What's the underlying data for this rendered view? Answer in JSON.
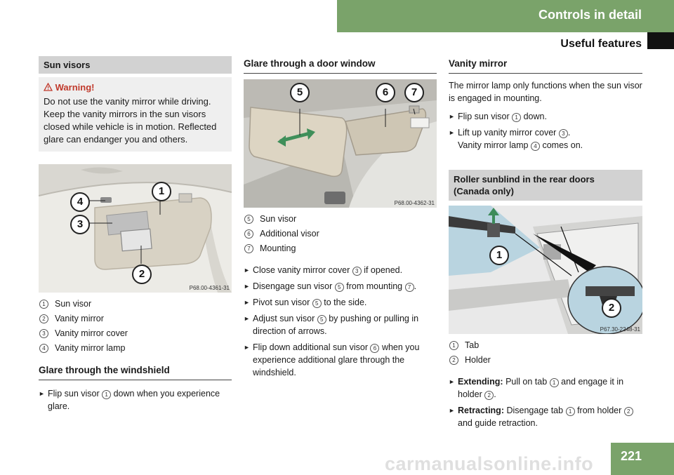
{
  "header": {
    "section": "Controls in detail",
    "subsection": "Useful features"
  },
  "page_number": "221",
  "watermark": "carmanualsonline.info",
  "col1": {
    "section_title": "Sun visors",
    "warning_title": "Warning!",
    "warning_text": "Do not use the vanity mirror while driving. Keep the vanity mirrors in the sun visors closed while vehicle is in motion. Reflected glare can endanger you and others.",
    "image_code": "P68.00-4361-31",
    "legend": [
      {
        "num": "1",
        "label": "Sun visor"
      },
      {
        "num": "2",
        "label": "Vanity mirror"
      },
      {
        "num": "3",
        "label": "Vanity mirror cover"
      },
      {
        "num": "4",
        "label": "Vanity mirror lamp"
      }
    ],
    "heading": "Glare through the windshield",
    "step": {
      "a": "Flip sun visor",
      "n": "1",
      "b": "down when you experience glare."
    }
  },
  "col2": {
    "heading": "Glare through a door window",
    "image_code": "P68.00-4362-31",
    "legend": [
      {
        "num": "5",
        "label": "Sun visor"
      },
      {
        "num": "6",
        "label": "Additional visor"
      },
      {
        "num": "7",
        "label": "Mounting"
      }
    ],
    "steps": {
      "s1": {
        "a": "Close vanity mirror cover",
        "n": "3",
        "b": "if opened."
      },
      "s2": {
        "a": "Disengage sun visor",
        "n1": "5",
        "b": "from mounting",
        "n2": "7",
        "c": "."
      },
      "s3": {
        "a": "Pivot sun visor",
        "n": "5",
        "b": "to the side."
      },
      "s4": {
        "a": "Adjust sun visor",
        "n": "5",
        "b": "by pushing or pulling in direction of arrows."
      },
      "s5": {
        "a": "Flip down additional sun visor",
        "n": "6",
        "b": "when you experience additional glare through the windshield."
      }
    }
  },
  "col3": {
    "heading": "Vanity mirror",
    "intro": "The mirror lamp only functions when the sun visor is engaged in mounting.",
    "steps": {
      "s1": {
        "a": "Flip sun visor",
        "n": "1",
        "b": "down."
      },
      "s2": {
        "a": "Lift up vanity mirror cover",
        "n": "3",
        "b": "."
      },
      "s2_result": {
        "a": "Vanity mirror lamp",
        "n": "4",
        "b": "comes on."
      }
    },
    "section_title": "Roller sunblind in the rear doors (Canada only)",
    "image_code": "P67.30-2248-31",
    "legend": [
      {
        "num": "1",
        "label": "Tab"
      },
      {
        "num": "2",
        "label": "Holder"
      }
    ],
    "ext": {
      "label": "Extending:",
      "a": "Pull on tab",
      "n1": "1",
      "b": "and engage it in holder",
      "n2": "2",
      "c": "."
    },
    "ret": {
      "label": "Retracting:",
      "a": "Disengage tab",
      "n1": "1",
      "b": "from holder",
      "n2": "2",
      "c": "and guide retraction."
    }
  },
  "colors": {
    "accent_green": "#7aa36a",
    "warning_red": "#c0392b",
    "bar_gray": "#d2d2d2"
  },
  "icons": {
    "step": "arrow-icon",
    "warning": "warning-triangle-icon"
  }
}
